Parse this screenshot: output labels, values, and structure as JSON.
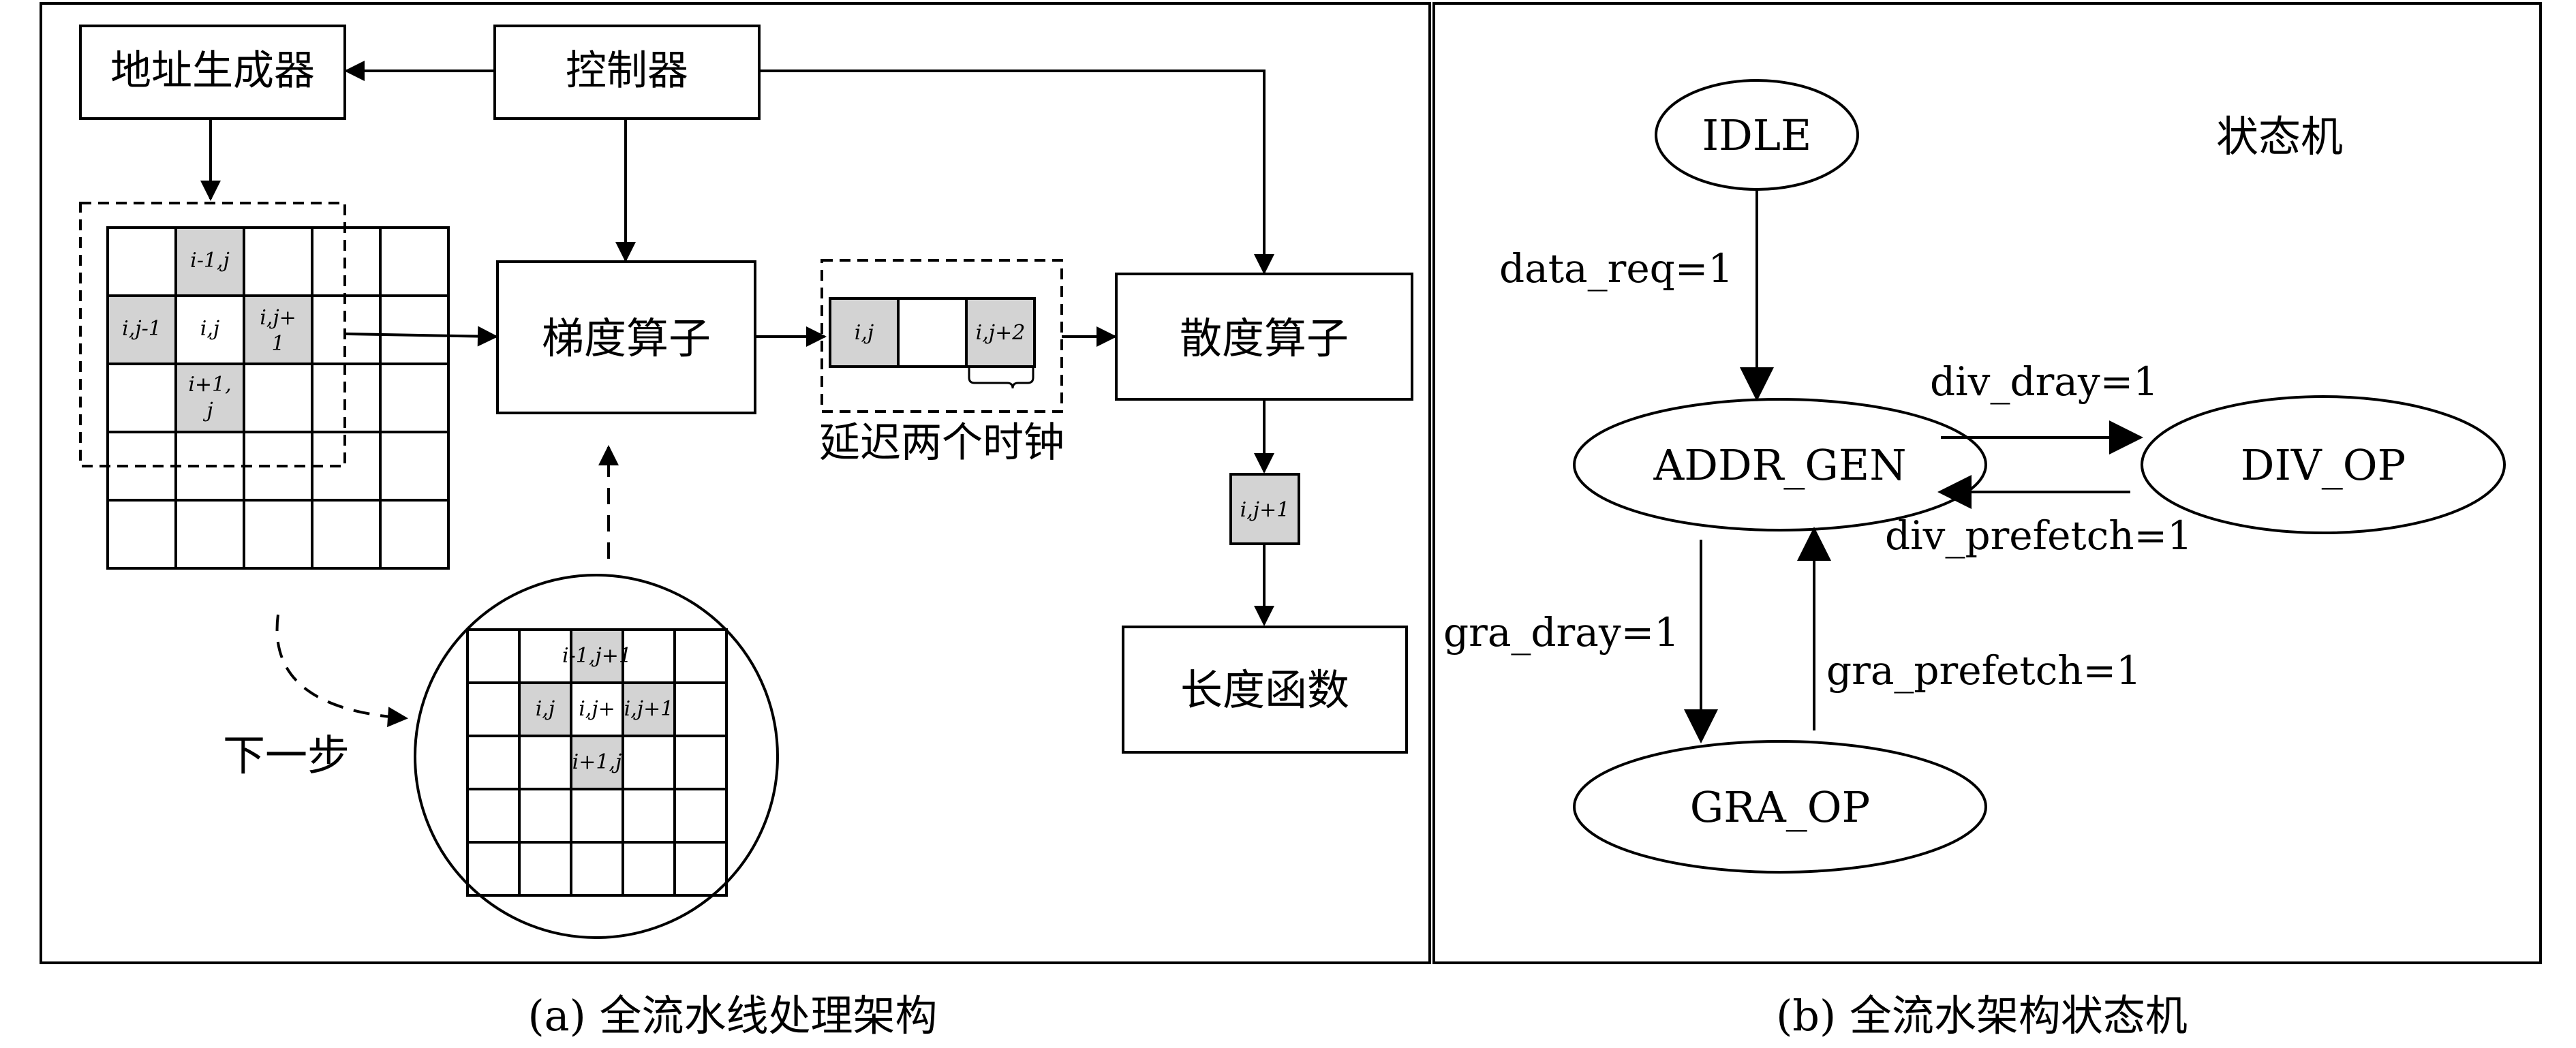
{
  "panel_a": {
    "caption": "(a) 全流水线处理架构",
    "addr_gen": "地址生成器",
    "controller": "控制器",
    "gradient_op": "梯度算子",
    "divergence_op": "散度算子",
    "length_func": "长度函数",
    "delay_label": "延迟两个时钟",
    "next_step": "下一步",
    "grid1": {
      "top": "i-1,j",
      "left": "i,j-1",
      "center": "i,j",
      "right_1": "i,j+",
      "right_2": "1",
      "bottom_1": "i+1,",
      "bottom_2": "j"
    },
    "delay_buf": {
      "left": "i,j",
      "right": "i,j+2"
    },
    "output_cell": "i,j+1",
    "grid2": {
      "top": "i-1,j+1",
      "left": "i,j",
      "center": "i,j+",
      "right": "i,j+1",
      "bottom": "i+1,j"
    }
  },
  "panel_b": {
    "caption": "(b) 全流水架构状态机",
    "title": "状态机",
    "states": {
      "idle": "IDLE",
      "addr_gen": "ADDR_GEN",
      "div_op": "DIV_OP",
      "gra_op": "GRA_OP"
    },
    "transitions": {
      "data_req": "data_req=1",
      "div_dray": "div_dray=1",
      "div_prefetch": "div_prefetch=1",
      "gra_dray": "gra_dray=1",
      "gra_prefetch": "gra_prefetch=1"
    }
  }
}
